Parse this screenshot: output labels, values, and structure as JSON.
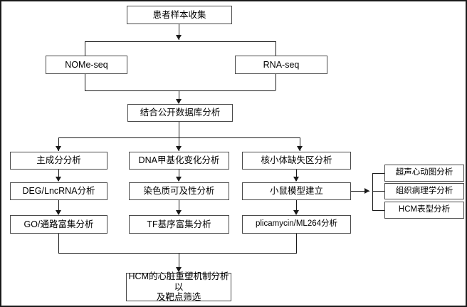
{
  "diagram": {
    "title": "HCM multi-omics analysis workflow flowchart",
    "border_color": "#1a1a1a",
    "box_border_color": "#4a4a4a",
    "background": "#ffffff",
    "nodes": {
      "patient_sample": "患者样本收集",
      "nome_seq": "NOMe-seq",
      "rna_seq": "RNA-seq",
      "public_db": "结合公开数据库分析",
      "pca": "主成分分析",
      "deg_lncrna": "DEG/LncRNA分析",
      "go_pathway": "GO/通路富集分析",
      "dna_methylation": "DNA甲基化变化分析",
      "chromatin": "染色质可及性分析",
      "tf_motif": "TF基序富集分析",
      "nucleosome": "核小体缺失区分析",
      "mouse_model": "小鼠模型建立",
      "plicamycin": "plicamycin/ML264分析",
      "echo": "超声心动图分析",
      "histopathology": "组织病理学分析",
      "hcm_phenotype": "HCM表型分析",
      "final": "HCM的心脏重塑机制分析以\n及靶点筛选"
    }
  }
}
